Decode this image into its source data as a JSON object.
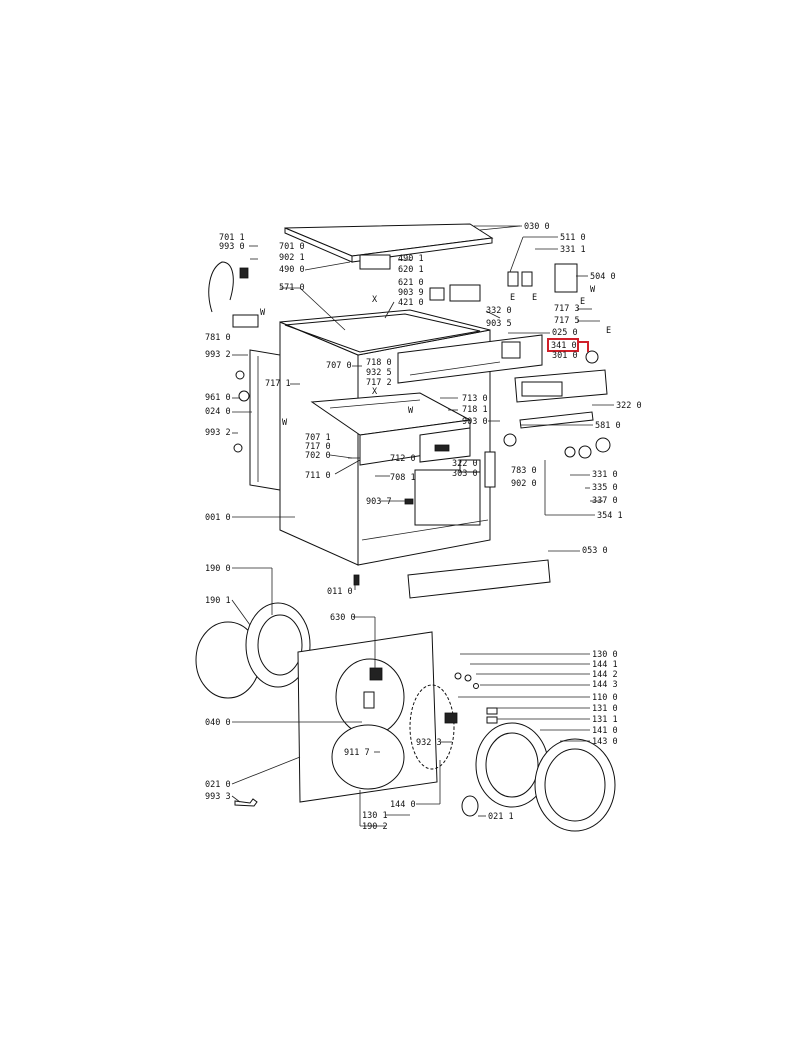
{
  "diagram": {
    "highlight_color": "#d0202a",
    "highlighted_label": "341 0",
    "labels": {
      "p0300": "030 0",
      "p5110": "511 0",
      "p3311": "331 1",
      "p5040": "504 0",
      "p7173": "717 3",
      "p7175": "717 5",
      "p0250": "025 0",
      "p3410": "341 0",
      "p3010": "301 0",
      "p3220a": "322 0",
      "p5810": "581 0",
      "p3310": "331 0",
      "p3350": "335 0",
      "p3370": "337 0",
      "p3541": "354 1",
      "p7011": "701 1",
      "p9930": "993 0",
      "p7010": "701 0",
      "p9021": "902 1",
      "p4900": "490 0",
      "p4901": "490 1",
      "p6201": "620 1",
      "p5710": "571 0",
      "p6210": "621 0",
      "p9039": "903 9",
      "p4210": "421 0",
      "p3320": "332 0",
      "p9035": "903 5",
      "p7810": "781 0",
      "p9932a": "993 2",
      "p7070": "707 0",
      "p7180": "718 0",
      "p9325": "932 5",
      "p7171a": "717 1",
      "p7172": "717 2",
      "p9610": "961 0",
      "p0240": "024 0",
      "p7130": "713 0",
      "p7181": "718 1",
      "p9030": "903 0",
      "p9932b": "993 2",
      "p7071": "707 1",
      "p7170": "717 0",
      "p7020": "702 0",
      "p7110": "711 0",
      "p7120": "712 0",
      "p3220b": "322 0",
      "p3030": "303 0",
      "p7830": "783 0",
      "p9020": "902 0",
      "p7081": "708 1",
      "p9037": "903 7",
      "p0010": "001 0",
      "p0530": "053 0",
      "p0110": "011 0",
      "p1900": "190 0",
      "p1901": "190 1",
      "p6300": "630 0",
      "p1300": "130 0",
      "p1441": "144 1",
      "p1442": "144 2",
      "p1443": "144 3",
      "p1100": "110 0",
      "p1310": "131 0",
      "p1311": "131 1",
      "p1410": "141 0",
      "p1430": "143 0",
      "p0400": "040 0",
      "p9323": "932 3",
      "p9117": "911 7",
      "p0210": "021 0",
      "p9933": "993 3",
      "p1440": "144 0",
      "p1301": "130 1",
      "p1902": "190 2",
      "p0211": "021 1",
      "w1": "W",
      "w2": "W",
      "w3": "W",
      "w4": "W",
      "x1": "X",
      "x2": "X",
      "e1": "E",
      "e2": "E",
      "e3": "E",
      "e4": "E"
    }
  }
}
